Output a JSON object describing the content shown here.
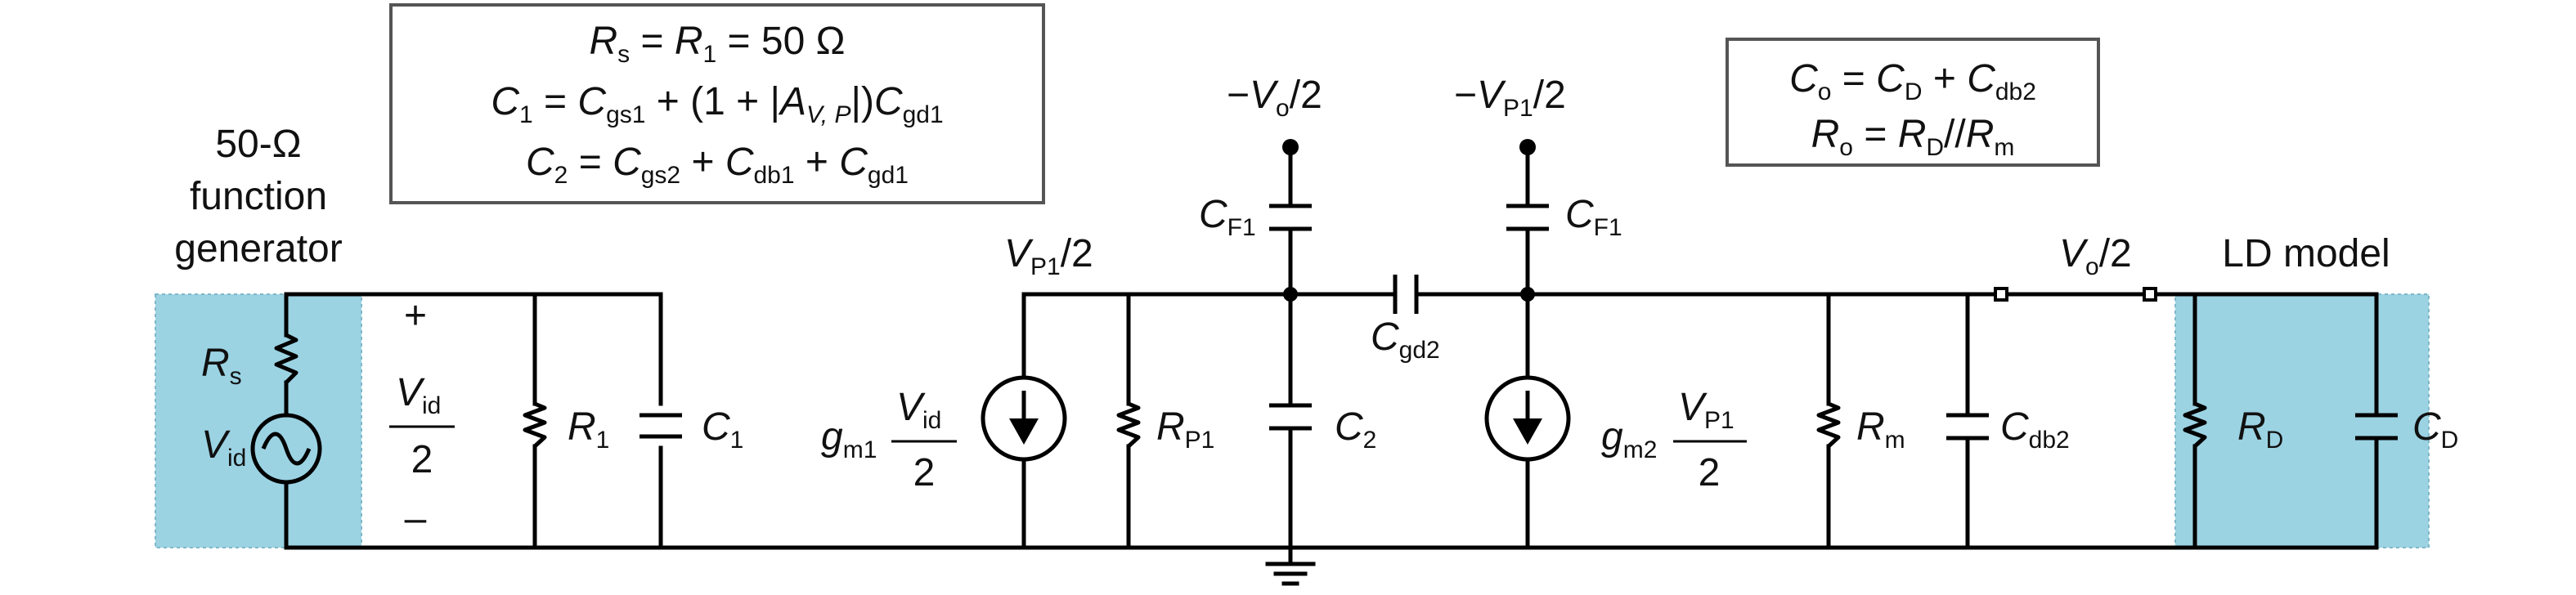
{
  "header_box": {
    "line1": {
      "r": "R",
      "r_sub": "s",
      "mid": " = ",
      "r1": "R",
      "r1_sub": "1",
      "tail": "  = 50 Ω"
    },
    "line2": {
      "c": "C",
      "c_sub": "1",
      "eq": " = ",
      "cgs": "C",
      "cgs_sub": "gs1",
      "plus": " + (1 + |",
      "a": "A",
      "a_sub": "V, P",
      "close": "|)",
      "cgd": "C",
      "cgd_sub": "gd1"
    },
    "line3": {
      "c": "C",
      "c_sub": "2",
      "eq": " = ",
      "t1": "C",
      "t1_sub": "gs2",
      "p1": " + ",
      "t2": "C",
      "t2_sub": "db1",
      "p2": " + ",
      "t3": "C",
      "t3_sub": "gd1"
    }
  },
  "output_box": {
    "line1": {
      "c": "C",
      "c_sub": "o",
      "eq": " = ",
      "cd": "C",
      "cd_sub": "D",
      "plus": " + ",
      "cdb": "C",
      "cdb_sub": "db2"
    },
    "line2": {
      "r": "R",
      "r_sub": "o",
      "eq": " = ",
      "rd": "R",
      "rd_sub": "D",
      "par": "//",
      "rm": "R",
      "rm_sub": "m"
    }
  },
  "generator": {
    "line1": "50-Ω",
    "line2": "function",
    "line3": "generator"
  },
  "ld_model": "LD model",
  "labels": {
    "rs": {
      "main": "R",
      "sub": "s"
    },
    "vid": {
      "main": "V",
      "sub": "id"
    },
    "plus": "+",
    "minus": "–",
    "frac_vid": {
      "main": "V",
      "sub": "id",
      "den": "2"
    },
    "r1": {
      "main": "R",
      "sub": "1"
    },
    "c1": {
      "main": "C",
      "sub": "1"
    },
    "vp1_half": {
      "main": "V",
      "sub": "P1",
      "tail": "/2"
    },
    "gm1": {
      "main": "g",
      "sub": "m1",
      "num": "V",
      "num_sub": "id",
      "den": "2"
    },
    "rp1": {
      "main": "R",
      "sub": "P1"
    },
    "neg_vo_half": {
      "pre": "−",
      "main": "V",
      "sub": "o",
      "tail": "/2"
    },
    "cf1_left": {
      "main": "C",
      "sub": "F1"
    },
    "c2": {
      "main": "C",
      "sub": "2"
    },
    "cgd2": {
      "main": "C",
      "sub": "gd2"
    },
    "neg_vp1_half": {
      "pre": "−",
      "main": "V",
      "sub": "P1",
      "tail": "/2"
    },
    "cf1_right": {
      "main": "C",
      "sub": "F1"
    },
    "gm2": {
      "main": "g",
      "sub": "m2",
      "num": "V",
      "num_sub": "P1",
      "den": "2"
    },
    "rm": {
      "main": "R",
      "sub": "m"
    },
    "cdb2": {
      "main": "C",
      "sub": "db2"
    },
    "vo_half": {
      "main": "V",
      "sub": "o",
      "tail": "/2"
    },
    "rd": {
      "main": "R",
      "sub": "D"
    },
    "cd": {
      "main": "C",
      "sub": "D"
    }
  },
  "colors": {
    "panel": "#9bd3e3",
    "wire": "#000000",
    "text": "#111111"
  }
}
